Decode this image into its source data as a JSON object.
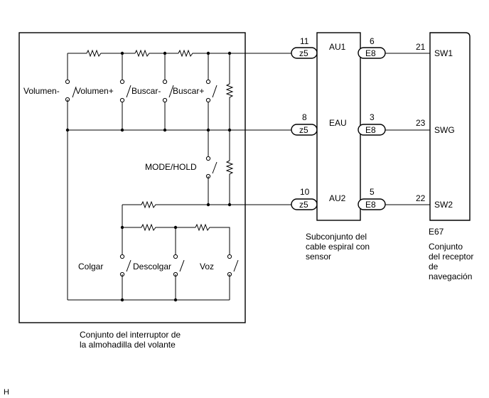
{
  "switch_assembly": {
    "caption_line1": "Conjunto del interruptor de",
    "caption_line2": "la almohadilla del volante",
    "switches": {
      "volumen_minus": "Volumen-",
      "volumen_plus": "Volumen+",
      "buscar_minus": "Buscar-",
      "buscar_plus": "Buscar+",
      "mode_hold": "MODE/HOLD",
      "colgar": "Colgar",
      "descolgar": "Descolgar",
      "voz": "Voz"
    }
  },
  "spiral_cable": {
    "caption_line1": "Subconjunto del",
    "caption_line2": "cable espiral con",
    "caption_line3": "sensor",
    "pins": [
      "AU1",
      "EAU",
      "AU2"
    ]
  },
  "connectors": {
    "z5": {
      "name": "z5",
      "pins": [
        "11",
        "8",
        "10"
      ]
    },
    "e8": {
      "name": "E8",
      "pins": [
        "6",
        "3",
        "5"
      ]
    }
  },
  "navigation_receiver": {
    "code": "E67",
    "caption_line1": "Conjunto",
    "caption_line2": "del receptor",
    "caption_line3": "de",
    "caption_line4": "navegación",
    "terminal_numbers": [
      "21",
      "23",
      "22"
    ],
    "terminal_names": [
      "SW1",
      "SWG",
      "SW2"
    ]
  },
  "corner_mark": "H"
}
